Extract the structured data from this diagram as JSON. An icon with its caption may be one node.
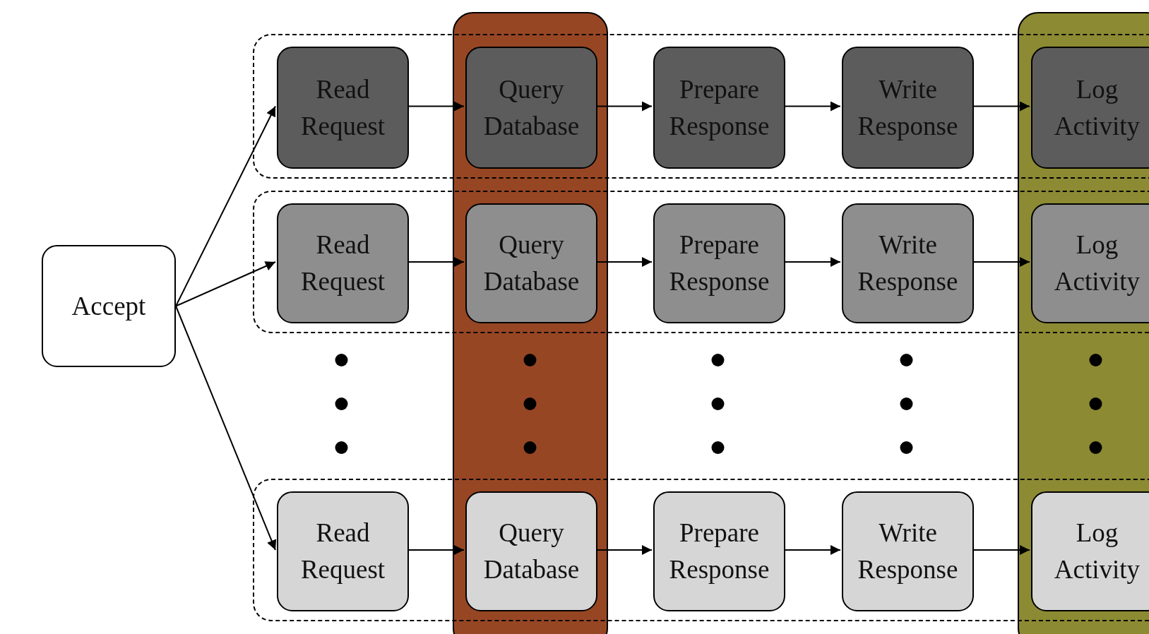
{
  "diagram": {
    "nodes": [
      {
        "text": [
          "Accept"
        ]
      },
      {
        "text": [],
        "shape": "box"
      },
      {
        "text": [
          "Read Request"
        ],
        "in": 1
      },
      {
        "text": [
          "Query Database"
        ],
        "in": 1
      },
      {
        "text": [
          "Prepare Response"
        ],
        "in": 1
      },
      {
        "text": [
          "Write Response"
        ],
        "in": 1
      },
      {
        "text": [
          "Log Activity"
        ],
        "in": 1
      },
      {
        "text": [],
        "shape": "box"
      },
      {
        "text": [
          "Read Request"
        ],
        "in": 7
      },
      {
        "text": [
          "Query Database"
        ],
        "in": 7
      },
      {
        "text": [
          "Prepare Response"
        ],
        "in": 7
      },
      {
        "text": [
          "Write Response"
        ],
        "in": 7
      },
      {
        "text": [
          "Log Activity"
        ],
        "in": 7
      },
      {
        "text": [],
        "shape": "box"
      },
      {
        "text": [
          "Read Request"
        ],
        "in": 13
      },
      {
        "text": [
          "Query Database"
        ],
        "in": 13
      },
      {
        "text": [
          "Prepare Response"
        ],
        "in": 13
      },
      {
        "text": [
          "Write Response"
        ],
        "in": 13
      },
      {
        "text": [
          "Log Activity"
        ],
        "in": 13
      }
    ],
    "edges": [
      {
        "from": 0,
        "to": 2,
        "arrow": "to"
      },
      {
        "from": 0,
        "to": 8,
        "arrow": "to"
      },
      {
        "from": 0,
        "to": 14,
        "arrow": "to"
      },
      {
        "from": 2,
        "to": 3,
        "arrow": "to"
      },
      {
        "from": 3,
        "to": 4,
        "arrow": "to"
      },
      {
        "from": 4,
        "to": 5,
        "arrow": "to"
      },
      {
        "from": 5,
        "to": 6,
        "arrow": "to"
      },
      {
        "from": 8,
        "to": 9,
        "arrow": "to"
      },
      {
        "from": 9,
        "to": 10,
        "arrow": "to"
      },
      {
        "from": 10,
        "to": 11,
        "arrow": "to"
      },
      {
        "from": 11,
        "to": 12,
        "arrow": "to"
      },
      {
        "from": 14,
        "to": 15,
        "arrow": "to"
      },
      {
        "from": 15,
        "to": 16,
        "arrow": "to"
      },
      {
        "from": 16,
        "to": 17,
        "arrow": "to"
      },
      {
        "from": 17,
        "to": 18,
        "arrow": "to"
      }
    ]
  }
}
